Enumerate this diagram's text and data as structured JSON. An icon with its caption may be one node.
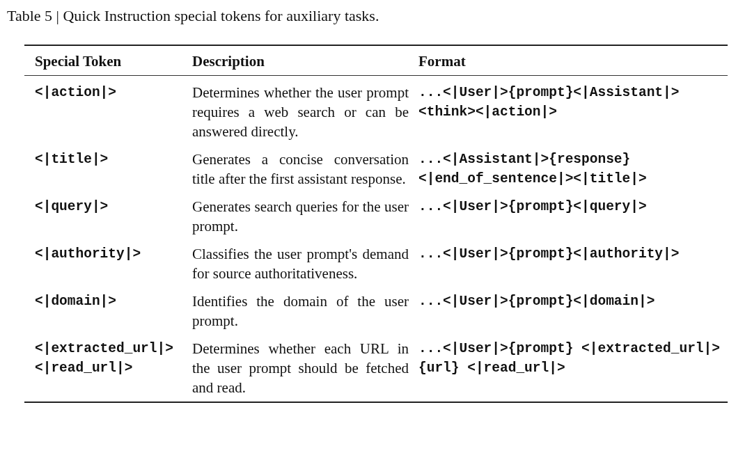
{
  "diagram": {
    "title": "Table 5 | Quick Instruction special tokens for auxiliary tasks.",
    "labels": [
      "Special Token",
      "Description",
      "Format",
      "<|action|>",
      "Determines whether the user prompt requires a web search or can be answered directly.",
      "...<|User|>{prompt}<|Assistant|> <think><|action|>",
      "<|title|>",
      "Generates a concise conversation title after the first assistant response.",
      "...<|Assistant|>{response} <|end_of_sentence|><|title|>",
      "<|query|>",
      "Generates search queries for the user prompt.",
      "...<|User|>{prompt}<|query|>",
      "<|authority|>",
      "Classifies the user prompt's demand for source authoritativeness.",
      "...<|User|>{prompt}<|authority|>",
      "<|domain|>",
      "Identifies the domain of the user prompt.",
      "...<|User|>{prompt}<|domain|>",
      "<|extracted_url|> <|read_url|>",
      "Determines whether each URL in the user prompt should be fetched and read.",
      "...<|User|>{prompt} <|extracted_url|>{url} <|read_url|>"
    ]
  }
}
